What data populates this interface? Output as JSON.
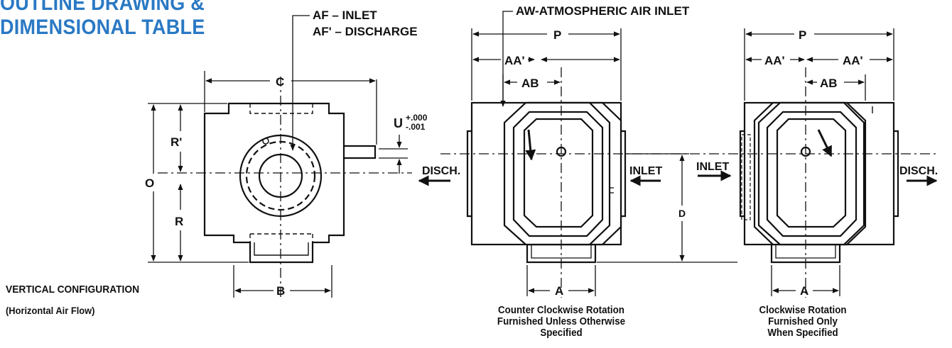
{
  "title": {
    "line1": "OUTLINE DRAWING &",
    "line2": "DIMENSIONAL TABLE"
  },
  "labels": {
    "af_inlet": "AF – INLET",
    "af_discharge": "AF' – DISCHARGE",
    "aw_inlet": "AW-ATMOSPHERIC AIR INLET",
    "c": "C",
    "r_prime": "R'",
    "r": "R",
    "o": "O",
    "b": "B",
    "u": "U",
    "u_tol_plus": "+.000",
    "u_tol_minus": "-.001",
    "p_left": "P",
    "p_right": "P",
    "aa_prime_left": "AA'",
    "aa_prime_right_a": "AA'",
    "aa_prime_right_b": "AA'",
    "ab_left": "AB",
    "ab_right": "AB",
    "a_left": "A",
    "a_right": "A",
    "d": "D",
    "disch_left": "DISCH.",
    "inlet_left": "INLET",
    "inlet_right": "INLET",
    "disch_right": "DISCH."
  },
  "config": {
    "line1": "VERTICAL CONFIGURATION",
    "line2": "(Horizontal Air Flow)"
  },
  "captions": {
    "ccw": [
      "Counter Clockwise Rotation",
      "Furnished Unless Otherwise",
      "Specified"
    ],
    "cw": [
      "Clockwise Rotation",
      "Furnished Only",
      "When Specified"
    ]
  }
}
